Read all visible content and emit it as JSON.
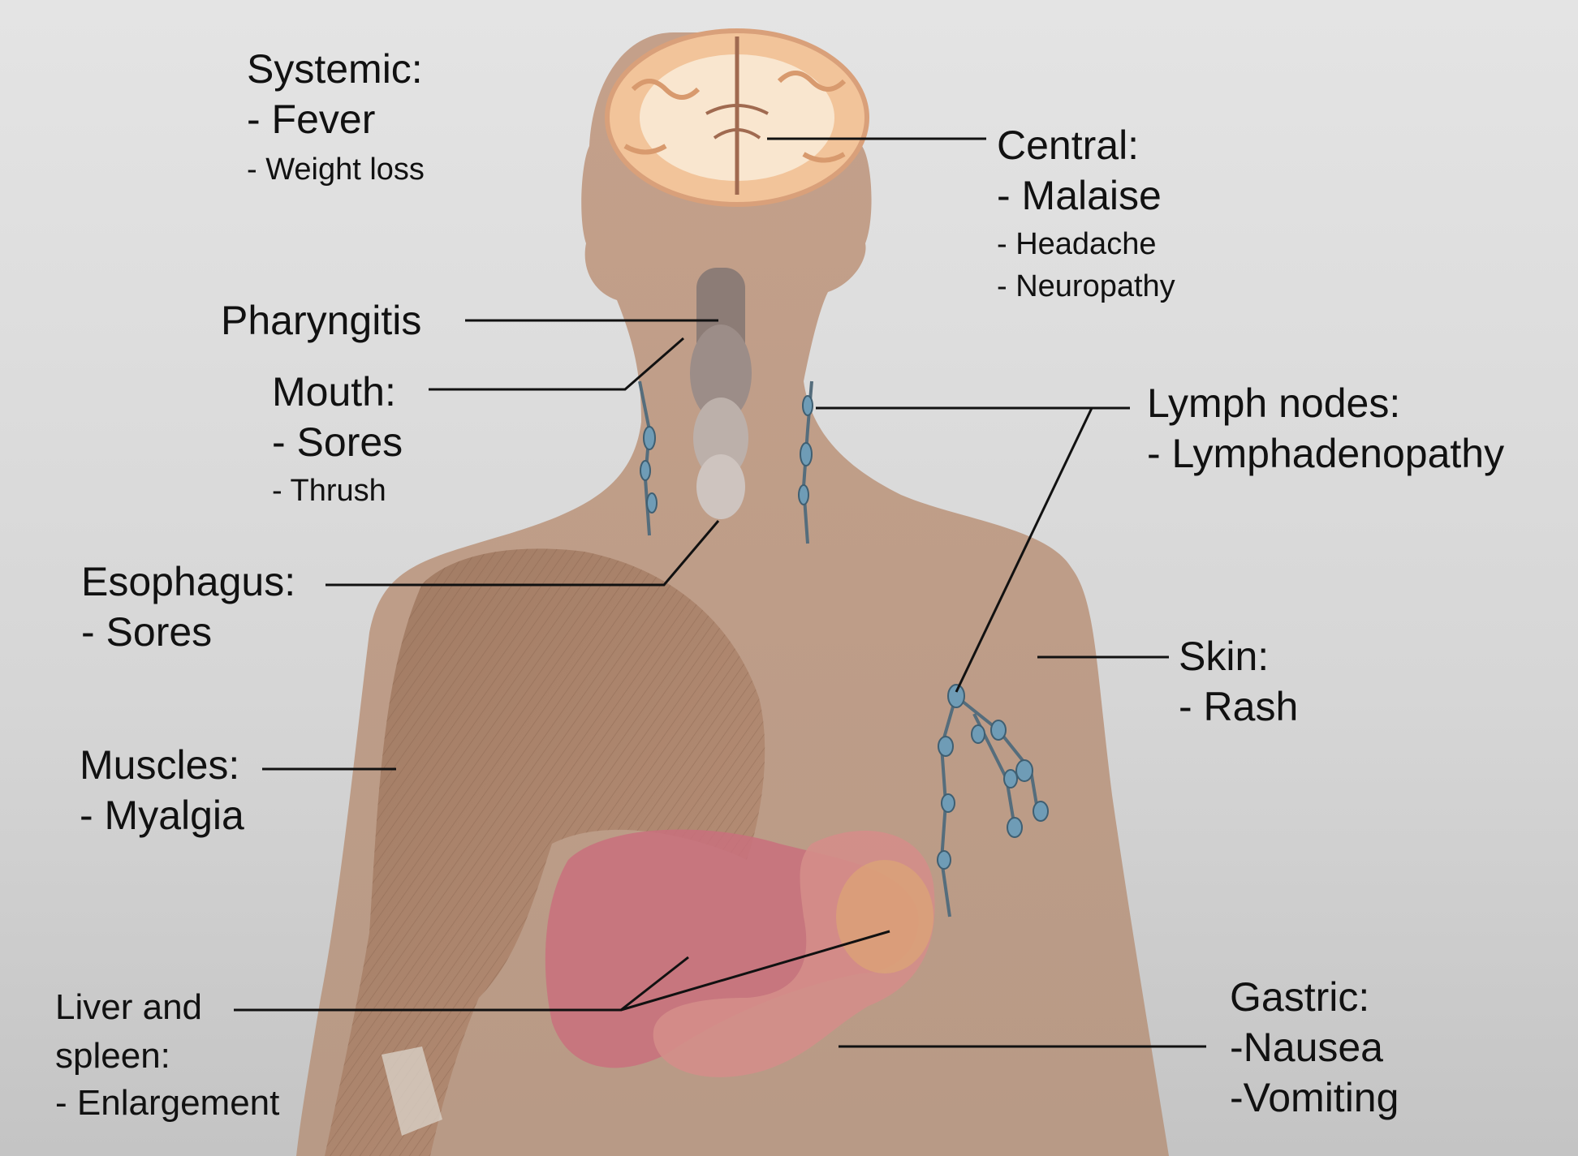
{
  "colors": {
    "skin": "#bd9c87",
    "muscle": "#a88268",
    "liver": "#c9707c",
    "stomach": "#d48e8a",
    "lymph": "#6f9cb6",
    "brain": "#f2c49a",
    "leader_line": "#111111"
  },
  "labels": {
    "systemic": {
      "title": "Systemic:",
      "items": [
        "- Fever",
        "- Weight loss"
      ]
    },
    "central": {
      "title": "Central:",
      "items": [
        "- Malaise",
        "- Headache",
        "- Neuropathy"
      ]
    },
    "pharyngitis": {
      "title": "Pharyngitis"
    },
    "mouth": {
      "title": "Mouth:",
      "items": [
        "- Sores",
        "- Thrush"
      ]
    },
    "lymph_nodes": {
      "title": "Lymph nodes:",
      "items": [
        "- Lymphadenopathy"
      ]
    },
    "esophagus": {
      "title": "Esophagus:",
      "items": [
        "- Sores"
      ]
    },
    "skin": {
      "title": "Skin:",
      "items": [
        "- Rash"
      ]
    },
    "muscles": {
      "title": "Muscles:",
      "items": [
        "- Myalgia"
      ]
    },
    "liver_spleen": {
      "lines": [
        "Liver and",
        "spleen:",
        "- Enlargement"
      ]
    },
    "gastric": {
      "title": "Gastric:",
      "items": [
        "-Nausea",
        "-Vomiting"
      ]
    }
  }
}
